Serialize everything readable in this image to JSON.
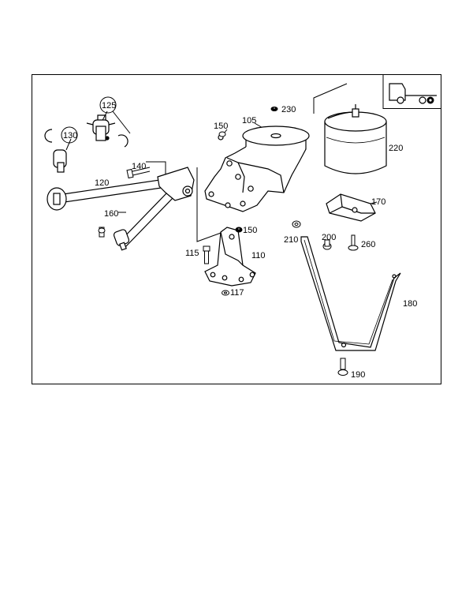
{
  "colors": {
    "ink": "#000000",
    "paper": "#ffffff"
  },
  "icons": {
    "vehicle": "truck-rear-axle-icon"
  },
  "parts": {
    "p105": "105",
    "p110": "110",
    "p115": "115",
    "p117": "117",
    "p120": "120",
    "p125": "125",
    "p130": "130",
    "p140": "140",
    "p150a": "150",
    "p150b": "150",
    "p160": "160",
    "p170": "170",
    "p180": "180",
    "p190": "190",
    "p200": "200",
    "p210": "210",
    "p220": "220",
    "p230": "230",
    "p260": "260"
  }
}
